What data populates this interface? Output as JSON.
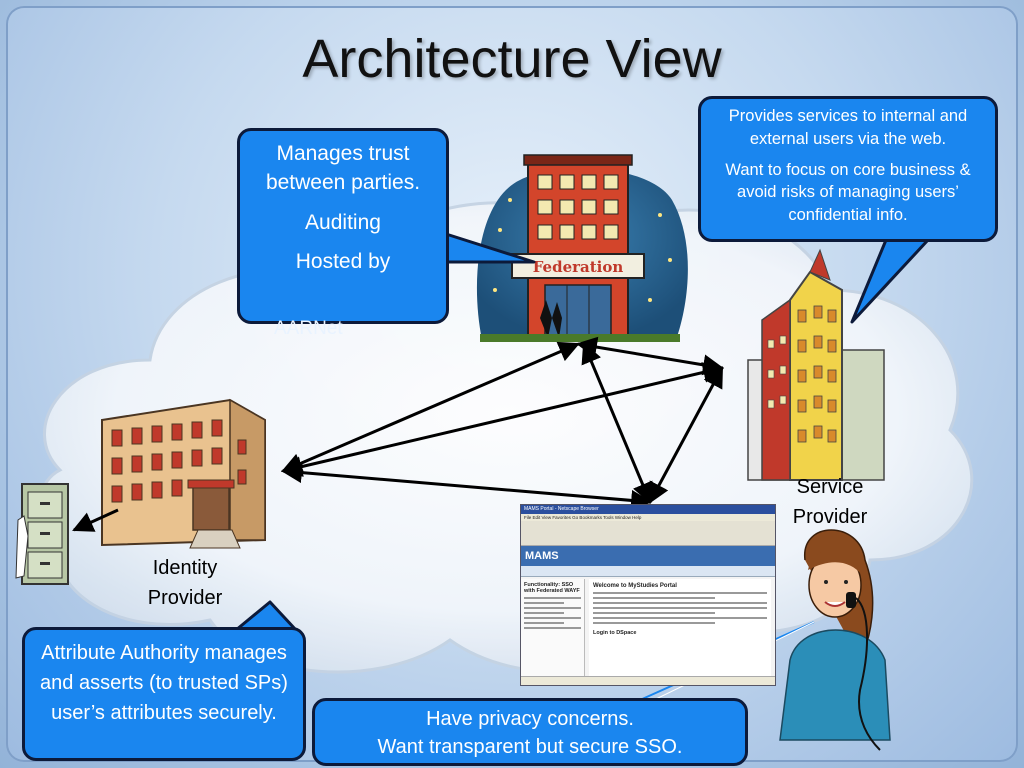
{
  "slide": {
    "title": "Architecture View"
  },
  "callouts": {
    "federation": {
      "line1": "Manages trust between parties.",
      "line2": "Auditing",
      "line3": "Hosted by",
      "overflow_text": "AARNet"
    },
    "service_provider": {
      "para1": "Provides services to internal and external users via the web.",
      "para2": "Want to focus on core business & avoid risks of managing users’ confidential info."
    },
    "attribute_authority": {
      "text": "Attribute Authority manages and asserts (to trusted SPs) user’s attributes securely."
    },
    "user": {
      "line1": "Have privacy concerns.",
      "line2": "Want transparent but secure SSO."
    }
  },
  "labels": {
    "identity_provider": {
      "line1": "Identity",
      "line2": "Provider"
    },
    "service_provider": {
      "line1": "Service",
      "line2": "Provider"
    },
    "federation_sign": "Federation"
  },
  "browser": {
    "window_title": "MAMS Portal - Netscape Browser",
    "menu": "File  Edit  View  Favorites  Go  Bookmarks  Tools  Window  Help",
    "banner": "MAMS",
    "sidebar_heading": "Functionality: SSO with Federated WAYF",
    "content_heading": "Welcome to MyStudies Portal",
    "login_text": "Login to DSpace"
  },
  "colors": {
    "callout_fill": "#1a86ef",
    "callout_border": "#0c1a3a",
    "callout_text": "#ffffff"
  }
}
